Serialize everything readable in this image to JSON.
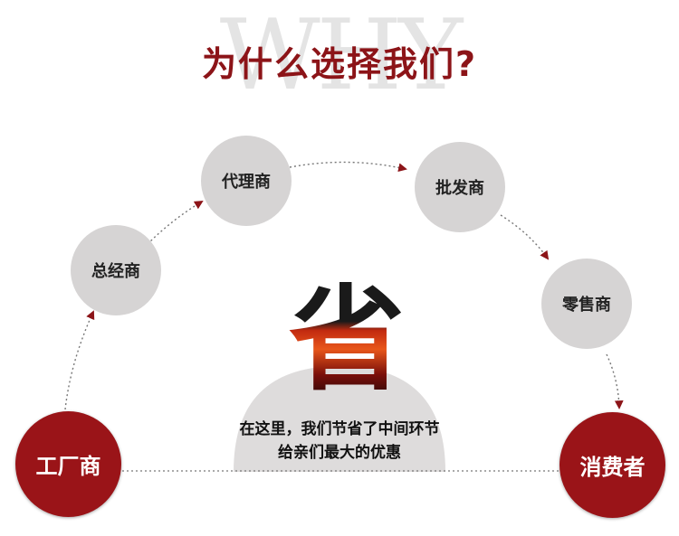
{
  "header": {
    "watermark": "WHY",
    "title": "为什么选择我们?"
  },
  "nodes": {
    "factory": "工厂商",
    "general_distributor": "总经商",
    "agent": "代理商",
    "wholesaler": "批发商",
    "retailer": "零售商",
    "consumer": "消费者"
  },
  "center": {
    "big_char": "省",
    "line1": "在这里，我们节省了中间环节",
    "line2": "给亲们最大的优惠"
  },
  "colors": {
    "accent_red": "#9a1418",
    "title_red": "#8c1418",
    "node_gray": "#d6d4d4",
    "dome_gray": "#dedcdc"
  }
}
